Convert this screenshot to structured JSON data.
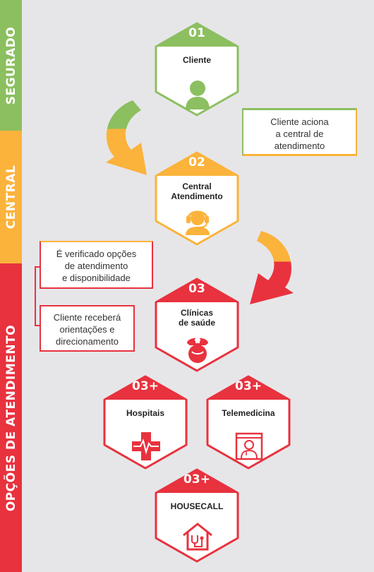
{
  "colors": {
    "green": "#8cbf60",
    "orange": "#fbb33b",
    "red": "#e8323e",
    "background": "#e6e6e9"
  },
  "bands": {
    "segurado": "SEGURADO",
    "central": "CENTRAL",
    "opcoes": "OPÇÕES DE ATENDIMENTO"
  },
  "steps": {
    "cliente": {
      "number": "01",
      "title": "Cliente",
      "icon": "person-icon"
    },
    "central": {
      "number": "02",
      "title": "Central\nAtendimento",
      "icon": "headset-agent-icon"
    },
    "clinicas": {
      "number": "03",
      "title": "Clínicas\nde saúde",
      "icon": "nurse-icon"
    },
    "hospitais": {
      "number": "03+",
      "title": "Hospitais",
      "icon": "medical-cross-icon"
    },
    "telemedicina": {
      "number": "03+",
      "title": "Telemedicina",
      "icon": "doctor-screen-icon"
    },
    "housecall": {
      "number": "03+",
      "title": "HOUSECALL",
      "icon": "house-icon"
    }
  },
  "notes": {
    "aciona": "Cliente aciona\na central de\natendimento",
    "verificado": "É verificado opções\nde atendimento\ne disponibilidade",
    "recebera": "Cliente receberá\norientações e\ndirecionamento"
  }
}
